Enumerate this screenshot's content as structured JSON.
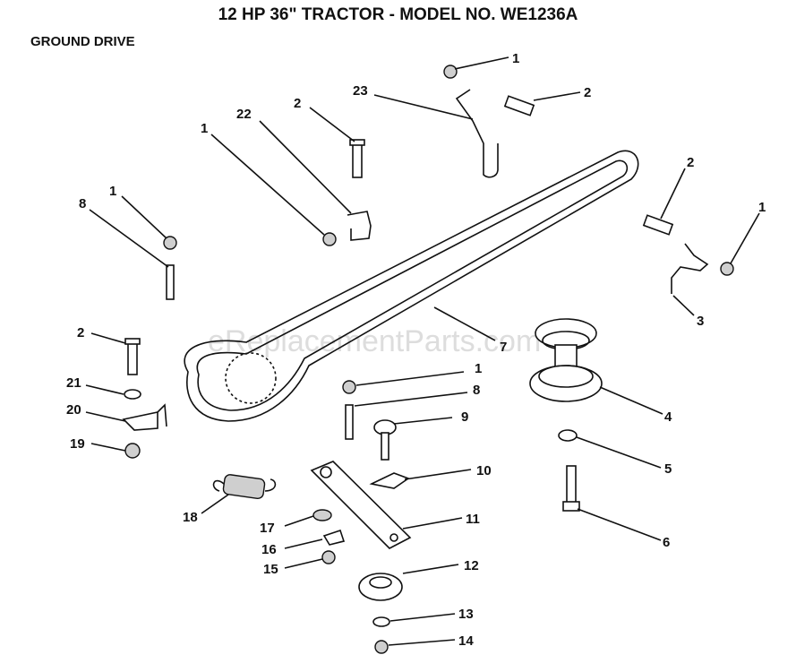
{
  "title": "12 HP 36\" TRACTOR - MODEL NO. WE1236A",
  "section": "GROUND DRIVE",
  "watermark": "eReplacementParts.com",
  "callouts": [
    "1",
    "2",
    "23",
    "2",
    "22",
    "1",
    "2",
    "1",
    "8",
    "1",
    "3",
    "7",
    "2",
    "21",
    "20",
    "19",
    "1",
    "8",
    "9",
    "4",
    "5",
    "10",
    "18",
    "11",
    "6",
    "17",
    "16",
    "15",
    "12",
    "13",
    "14"
  ]
}
